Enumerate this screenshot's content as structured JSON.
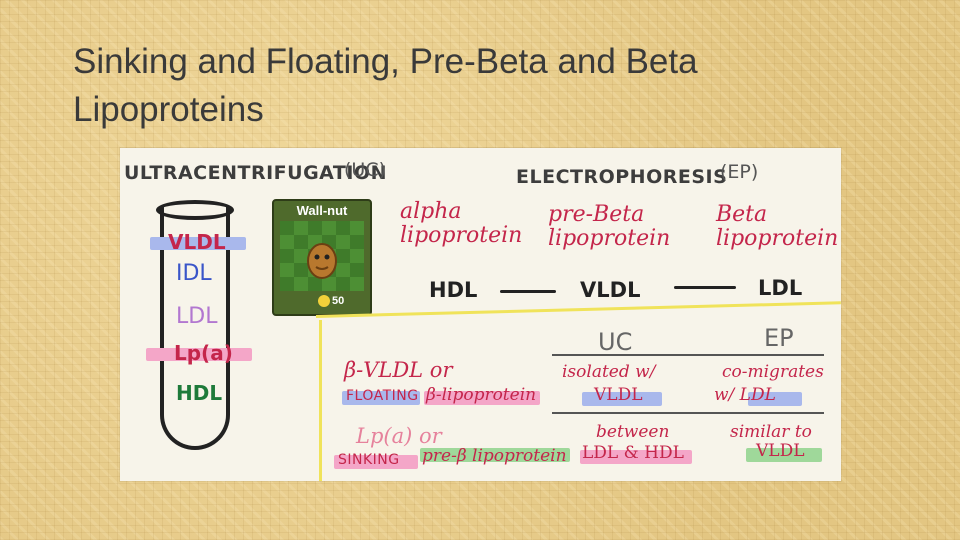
{
  "slide": {
    "title": "Sinking and Floating, Pre-Beta and Beta Lipoproteins"
  },
  "figure": {
    "uc_heading": "ULTRACENTRIFUGATION",
    "uc_abbr": "(UC)",
    "ep_heading": "ELECTROPHORESIS",
    "ep_abbr": "(EP)",
    "tube_layers": [
      {
        "label": "VLDL",
        "color": "#c4264b",
        "highlight": "#a9b8ec"
      },
      {
        "label": "IDL",
        "color": "#3a55c9",
        "highlight": ""
      },
      {
        "label": "LDL",
        "color": "#b277d0",
        "highlight": ""
      },
      {
        "label": "Lp(a)",
        "color": "#c4264b",
        "highlight": "#f4a6c8"
      },
      {
        "label": "HDL",
        "color": "#1e7a3a",
        "highlight": ""
      }
    ],
    "card": {
      "name": "Wall-nut",
      "cost": "50"
    },
    "ep_bands": {
      "alpha": "alpha lipoprotein",
      "prebeta": "pre-Beta lipoprotein",
      "beta": "Beta lipoprotein"
    },
    "ep_classes": {
      "hdl": "HDL",
      "vldl": "VLDL",
      "ldl": "LDL"
    },
    "table": {
      "col_uc": "UC",
      "col_ep": "EP",
      "row1": {
        "name": "β-VLDL or",
        "tag": "FLOATING",
        "desc": "β-lipoprotein",
        "uc_line1": "isolated w/",
        "uc_line2": "VLDL",
        "ep_line1": "co-migrates",
        "ep_line2": "w/ LDL"
      },
      "row2": {
        "name": "Lp(a) or",
        "tag": "SINKING",
        "desc": "pre-β lipoprotein",
        "uc_line1": "between",
        "uc_line2": "LDL & HDL",
        "ep_line1": "similar to",
        "ep_line2": "VLDL"
      }
    }
  },
  "colors": {
    "background": "#e8cf8f",
    "red": "#c4264b",
    "blue": "#3a55c9",
    "purple": "#b277d0",
    "green": "#1e7a3a",
    "highlight_blue": "#a9b8ec",
    "highlight_pink": "#f4a6c8",
    "highlight_green": "#9fd89a",
    "yellow_box": "#f0e35a"
  }
}
